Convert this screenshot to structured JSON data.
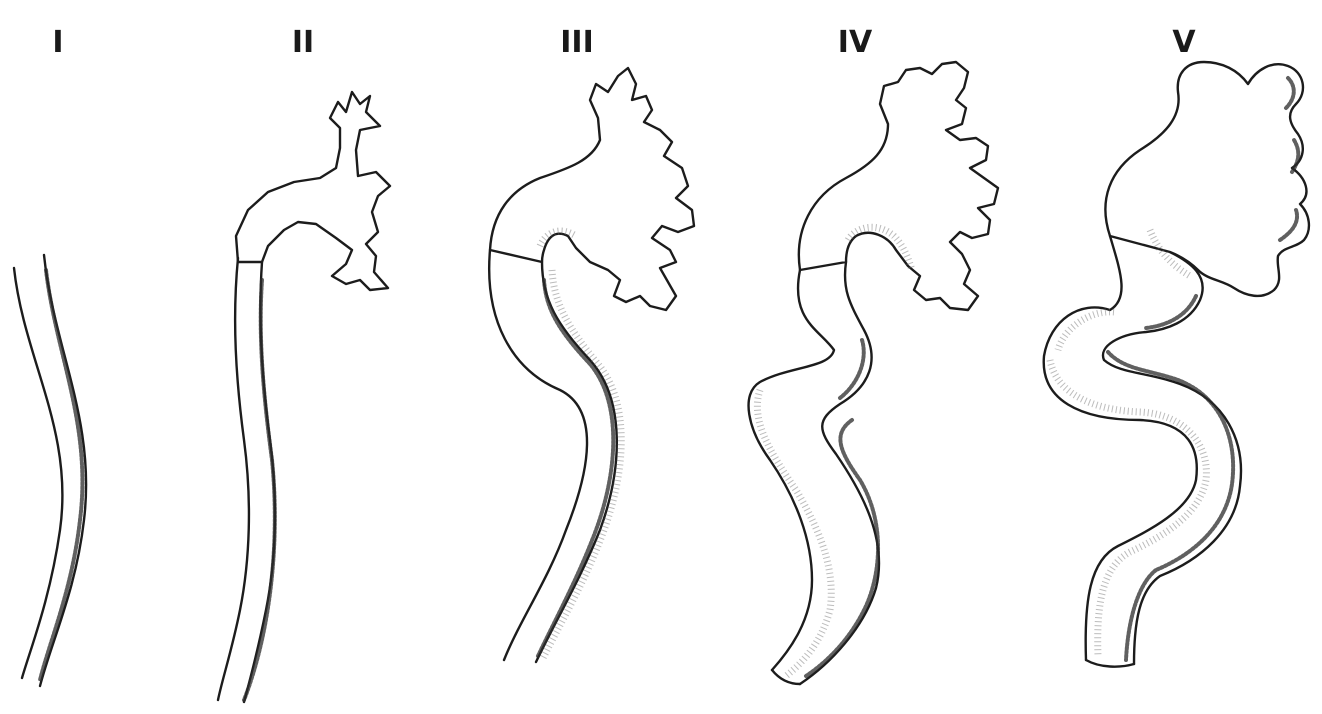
{
  "stages": [
    {
      "label": "I"
    },
    {
      "label": "II"
    },
    {
      "label": "III"
    },
    {
      "label": "IV"
    },
    {
      "label": "V"
    }
  ]
}
